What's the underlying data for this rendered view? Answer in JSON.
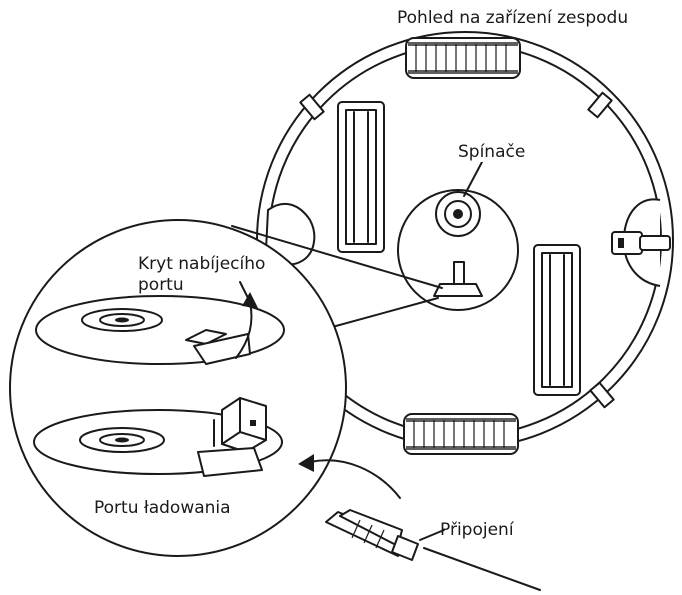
{
  "labels": {
    "bottom_view": "Pohled na zařízení zespodu",
    "switches": "Spínače",
    "port_cover_line1": "Kryt nabíjecího",
    "port_cover_line2": "portu",
    "charging_port": "Portu ładowania",
    "connection": "Připojení"
  },
  "colors": {
    "line": "#1a1a1a",
    "background": "#ffffff"
  }
}
